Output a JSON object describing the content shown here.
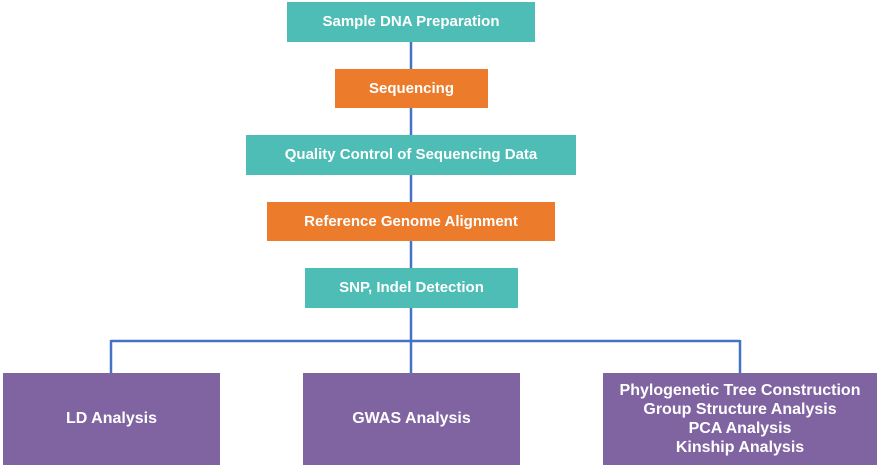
{
  "colors": {
    "teal": "#4dbdb5",
    "orange": "#ec7b2c",
    "purple": "#8064a2",
    "connector": "#4472c4",
    "text": "#ffffff"
  },
  "steps": [
    {
      "label": "Sample DNA Preparation",
      "color": "teal"
    },
    {
      "label": "Sequencing",
      "color": "orange"
    },
    {
      "label": "Quality Control of Sequencing Data",
      "color": "teal"
    },
    {
      "label": "Reference Genome Alignment",
      "color": "orange"
    },
    {
      "label": "SNP, Indel Detection",
      "color": "teal"
    }
  ],
  "analyses": [
    {
      "lines": [
        "LD Analysis"
      ]
    },
    {
      "lines": [
        "GWAS Analysis"
      ]
    },
    {
      "lines": [
        "Phylogenetic Tree Construction",
        "Group Structure Analysis",
        "PCA Analysis",
        "Kinship Analysis"
      ]
    }
  ]
}
